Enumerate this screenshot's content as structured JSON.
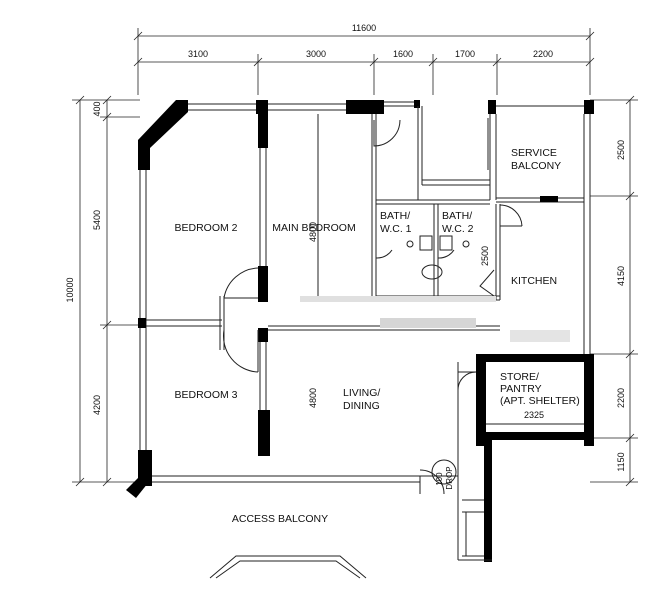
{
  "floorplan": {
    "dimensions_top": {
      "overall": "11600",
      "segments": [
        "3100",
        "3000",
        "1600",
        "1700",
        "2200"
      ]
    },
    "dimensions_left": {
      "overall": "10000",
      "segments": [
        "400",
        "5400",
        "4200"
      ]
    },
    "dimensions_right": {
      "segments": [
        "2500",
        "4150",
        "2200",
        "1150"
      ]
    },
    "internal_dims": {
      "main_bedroom_width": "4800",
      "living_width": "4800",
      "bath_height": "2500",
      "store_width": "2325",
      "drop": "100\nDROP"
    },
    "rooms": {
      "bedroom2": "BEDROOM 2",
      "main_bedroom": "MAIN BEDROOM",
      "bath1_line1": "BATH/",
      "bath1_line2": "W.C. 1",
      "bath2_line1": "BATH/",
      "bath2_line2": "W.C. 2",
      "service_balcony_line1": "SERVICE",
      "service_balcony_line2": "BALCONY",
      "kitchen": "KITCHEN",
      "store_line1": "STORE/",
      "store_line2": "PANTRY",
      "store_line3": "(APT. SHELTER)",
      "bedroom3": "BEDROOM 3",
      "living_line1": "LIVING/",
      "living_line2": "DINING",
      "access_balcony": "ACCESS BALCONY"
    }
  }
}
